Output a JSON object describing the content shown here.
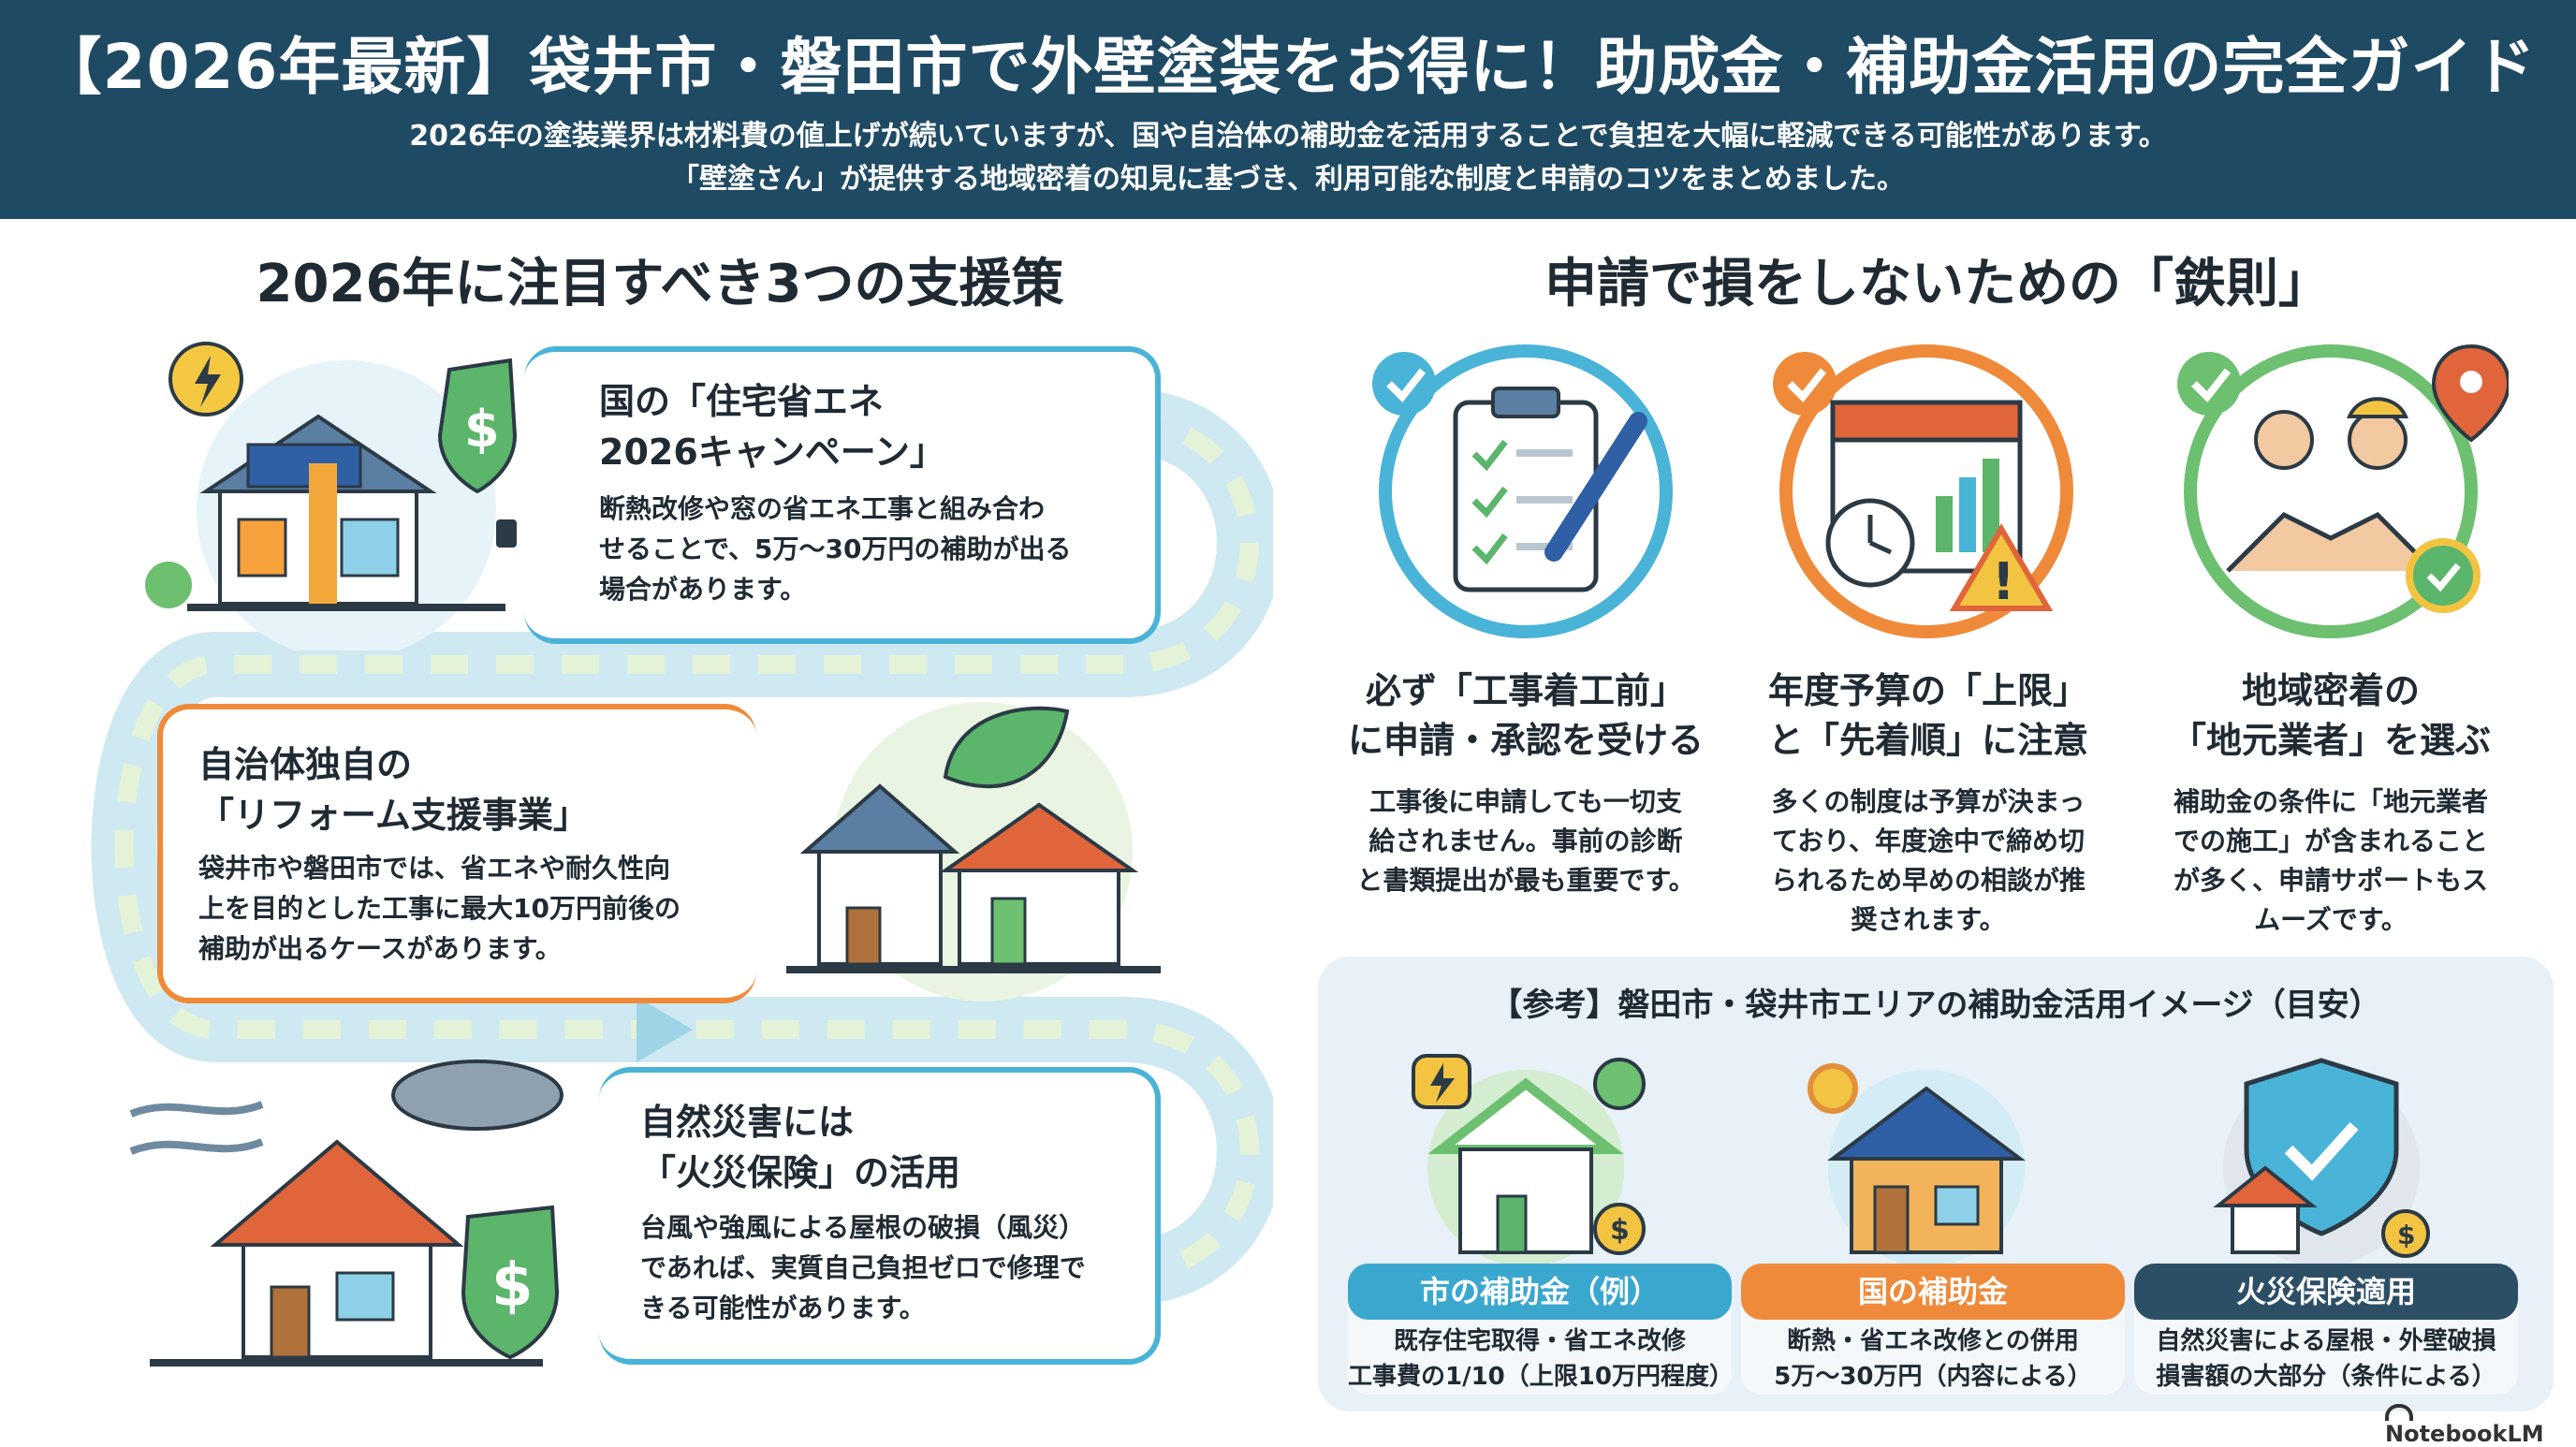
{
  "header": {
    "title": "【2026年最新】袋井市・磐田市で外壁塗装をお得に！助成金・補助金活用の完全ガイド",
    "subtitle_line1": "2026年の塗装業界は材料費の値上げが続いていますが、国や自治体の補助金を活用することで負担を大幅に軽減できる可能性があります。",
    "subtitle_line2": "「壁塗さん」が提供する地域密着の知見に基づき、利用可能な制度と申請のコツをまとめました。"
  },
  "left": {
    "section_title": "2026年に注目すべき3つの支援策",
    "cards": [
      {
        "heading_line1": "国の「住宅省エネ",
        "heading_line2": "2026キャンペーン」",
        "text_line1": "断熱改修や窓の省エネ工事と組み合わ",
        "text_line2": "せることで、5万〜30万円の補助が出る",
        "text_line3": "場合があります。"
      },
      {
        "heading_line1": "自治体独自の",
        "heading_line2": "「リフォーム支援事業」",
        "text_line1": "袋井市や磐田市では、省エネや耐久性向",
        "text_line2": "上を目的とした工事に最大10万円前後の",
        "text_line3": "補助が出るケースがあります。"
      },
      {
        "heading_line1": "自然災害には",
        "heading_line2": "「火災保険」の活用",
        "text_line1": "台風や強風による屋根の破損（風災）",
        "text_line2": "であれば、実質自己負担ゼロで修理で",
        "text_line3": "きる可能性があります。"
      }
    ]
  },
  "right": {
    "section_title": "申請で損をしないための「鉄則」",
    "rules": [
      {
        "title_line1": "必ず「工事着工前」",
        "title_line2": "に申請・承認を受ける",
        "text_line1": "工事後に申請しても一切支",
        "text_line2": "給されません。事前の診断",
        "text_line3": "と書類提出が最も重要です。",
        "text_line4": ""
      },
      {
        "title_line1": "年度予算の「上限」",
        "title_line2": "と「先着順」に注意",
        "text_line1": "多くの制度は予算が決まっ",
        "text_line2": "ており、年度途中で締め切",
        "text_line3": "られるため早めの相談が推",
        "text_line4": "奨されます。"
      },
      {
        "title_line1": "地域密着の",
        "title_line2": "「地元業者」を選ぶ",
        "text_line1": "補助金の条件に「地元業者",
        "text_line2": "での施工」が含まれること",
        "text_line3": "が多く、申請サポートもス",
        "text_line4": "ムーズです。"
      }
    ]
  },
  "reference": {
    "title": "【参考】磐田市・袋井市エリアの補助金活用イメージ（目安）",
    "items": [
      {
        "label": "市の補助金（例）",
        "text_line1": "既存住宅取得・省エネ改修",
        "text_line2": "工事費の1/10（上限10万円程度）",
        "color": "#3aa7cf"
      },
      {
        "label": "国の補助金",
        "text_line1": "断熱・省エネ改修との併用",
        "text_line2": "5万〜30万円（内容による）",
        "color": "#ef8a3a"
      },
      {
        "label": "火災保険適用",
        "text_line1": "自然災害による屋根・外壁破損",
        "text_line2": "損害額の大部分（条件による）",
        "color": "#2c4f66"
      }
    ]
  },
  "footer": {
    "brand": "NotebookLM"
  },
  "colors": {
    "header_bg": "#1f4a63",
    "accent_blue": "#4ab3d8",
    "accent_orange": "#ef8a3a",
    "accent_green": "#6cc070"
  }
}
